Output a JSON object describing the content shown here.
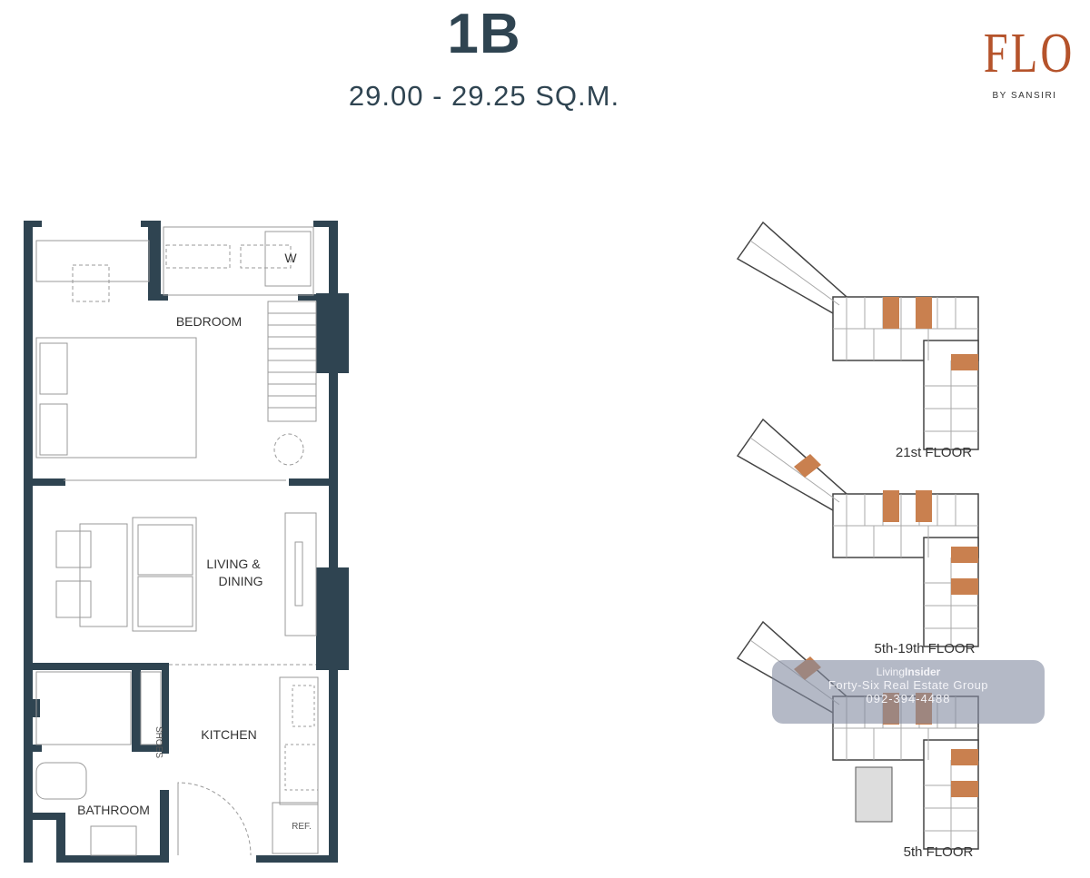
{
  "unit": {
    "type": "1B",
    "area": "29.00 - 29.25 SQ.M."
  },
  "logo": {
    "mark": "FLO",
    "sub": "BY SANSIRI"
  },
  "rooms": {
    "bedroom": "BEDROOM",
    "living_1": "LIVING &",
    "living_2": "DINING",
    "kitchen": "KITCHEN",
    "bathroom": "BATHROOM",
    "shoes": "SHOES",
    "washer": "W",
    "ref": "REF."
  },
  "floors": [
    "21st FLOOR",
    "5th-19th FLOOR",
    "5th FLOOR"
  ],
  "watermark": {
    "brand_a": "Living",
    "brand_b": "Insider",
    "company": "Forty-Six Real Estate Group",
    "phone": "092-394-4488"
  },
  "colors": {
    "wall": "#2f4451",
    "accent": "#c9804f",
    "logo": "#b5532b"
  }
}
